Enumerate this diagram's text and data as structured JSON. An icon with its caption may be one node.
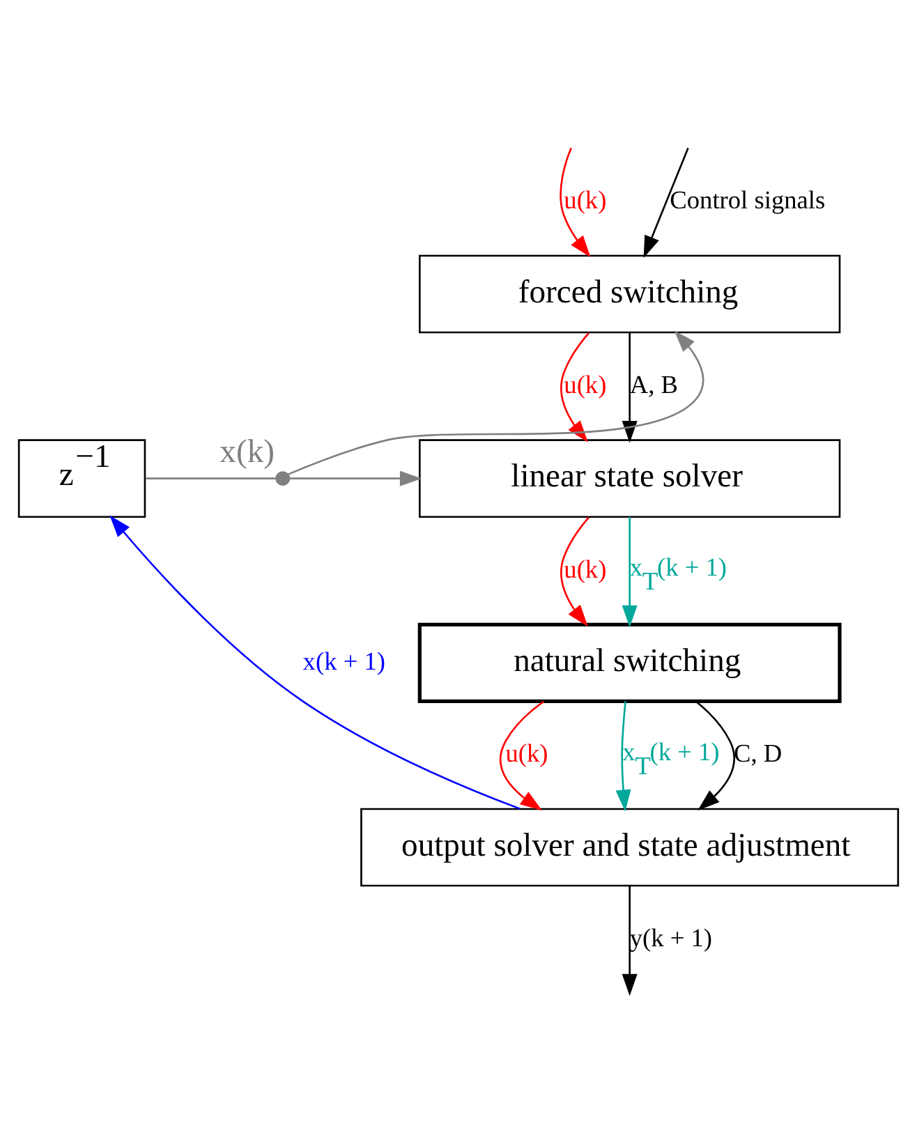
{
  "diagram": {
    "nodes": [
      {
        "text": [
          "forced switching"
        ]
      },
      {
        "text": [
          "linear state solver"
        ]
      },
      {
        "text": [
          "natural switching"
        ]
      },
      {
        "text": [
          "output solver and state adjustment"
        ]
      },
      {
        "text": [
          "z$^{−1}$"
        ]
      },
      {
        "text": [],
        "shape": "circle",
        "beside": [
          "x(k)"
        ]
      }
    ],
    "edges": [
      {
        "from": null,
        "to": 0,
        "arrow": "to",
        "label": "u(k)",
        "color": "#ff0000"
      },
      {
        "from": null,
        "to": 0,
        "arrow": "to",
        "label": "Control signals",
        "color": "#000000"
      },
      {
        "from": 0,
        "to": 1,
        "arrow": "to",
        "label": "u(k)",
        "color": "#ff0000"
      },
      {
        "from": 0,
        "to": 1,
        "arrow": "to",
        "label": "A, B",
        "color": "#000000"
      },
      {
        "from": 4,
        "to": 5,
        "arrow": "none",
        "color": "#808080"
      },
      {
        "from": 5,
        "to": 0,
        "arrow": "to",
        "color": "#808080"
      },
      {
        "from": 5,
        "to": 1,
        "arrow": "to",
        "color": "#808080"
      },
      {
        "from": 1,
        "to": 2,
        "arrow": "to",
        "label": "u(k)",
        "color": "#ff0000"
      },
      {
        "from": 1,
        "to": 2,
        "arrow": "to",
        "label": "x$_{T}$(k + 1)",
        "color": "#00a89a"
      },
      {
        "from": 2,
        "to": 3,
        "arrow": "to",
        "label": "u(k)",
        "color": "#ff0000"
      },
      {
        "from": 2,
        "to": 3,
        "arrow": "to",
        "label": "x$_{T}$(k + 1)",
        "color": "#00a89a"
      },
      {
        "from": 2,
        "to": 3,
        "arrow": "to",
        "label": "C, D",
        "color": "#000000"
      },
      {
        "from": 3,
        "to": 4,
        "arrow": "to",
        "label": "x(k + 1)",
        "color": "#0000ff"
      },
      {
        "from": 3,
        "to": null,
        "arrow": "to",
        "label": "y(k + 1)",
        "color": "#000000"
      }
    ]
  }
}
